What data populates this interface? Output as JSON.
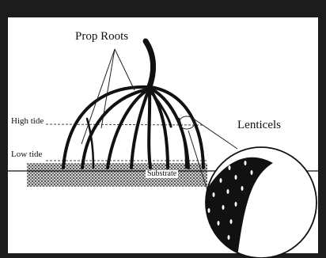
{
  "labels": {
    "prop_roots": "Prop Roots",
    "high_tide": "High tide",
    "low_tide": "Low tide",
    "substrate": "Substrate",
    "lenticels": "Lenticels"
  }
}
